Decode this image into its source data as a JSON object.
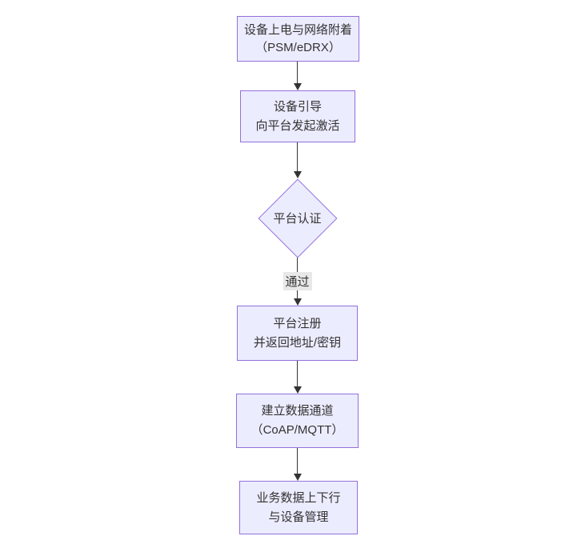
{
  "diagram": {
    "type": "flowchart",
    "direction": "top-down",
    "colors": {
      "background": "#ffffff",
      "node_fill": "#ECECFF",
      "node_border": "#9370DB",
      "line_color": "#333333",
      "text_color": "#333333",
      "edge_label_bg": "#e8e8e8"
    },
    "nodes": [
      {
        "id": "power-attach",
        "type": "rect",
        "line1": "设备上电与网络附着",
        "line2": "（PSM/eDRX）"
      },
      {
        "id": "bootstrap",
        "type": "rect",
        "line1": "设备引导",
        "line2": "向平台发起激活"
      },
      {
        "id": "auth",
        "type": "diamond",
        "line1": "平台认证"
      },
      {
        "id": "register",
        "type": "rect",
        "line1": "平台注册",
        "line2": "并返回地址/密钥"
      },
      {
        "id": "channel",
        "type": "rect",
        "line1": "建立数据通道",
        "line2": "（CoAP/MQTT）"
      },
      {
        "id": "business",
        "type": "rect",
        "line1": "业务数据上下行",
        "line2": "与设备管理"
      }
    ],
    "edges": [
      {
        "from": "power-attach",
        "to": "bootstrap",
        "label": ""
      },
      {
        "from": "bootstrap",
        "to": "auth",
        "label": ""
      },
      {
        "from": "auth",
        "to": "register",
        "label": "通过"
      },
      {
        "from": "register",
        "to": "channel",
        "label": ""
      },
      {
        "from": "channel",
        "to": "business",
        "label": ""
      }
    ]
  }
}
